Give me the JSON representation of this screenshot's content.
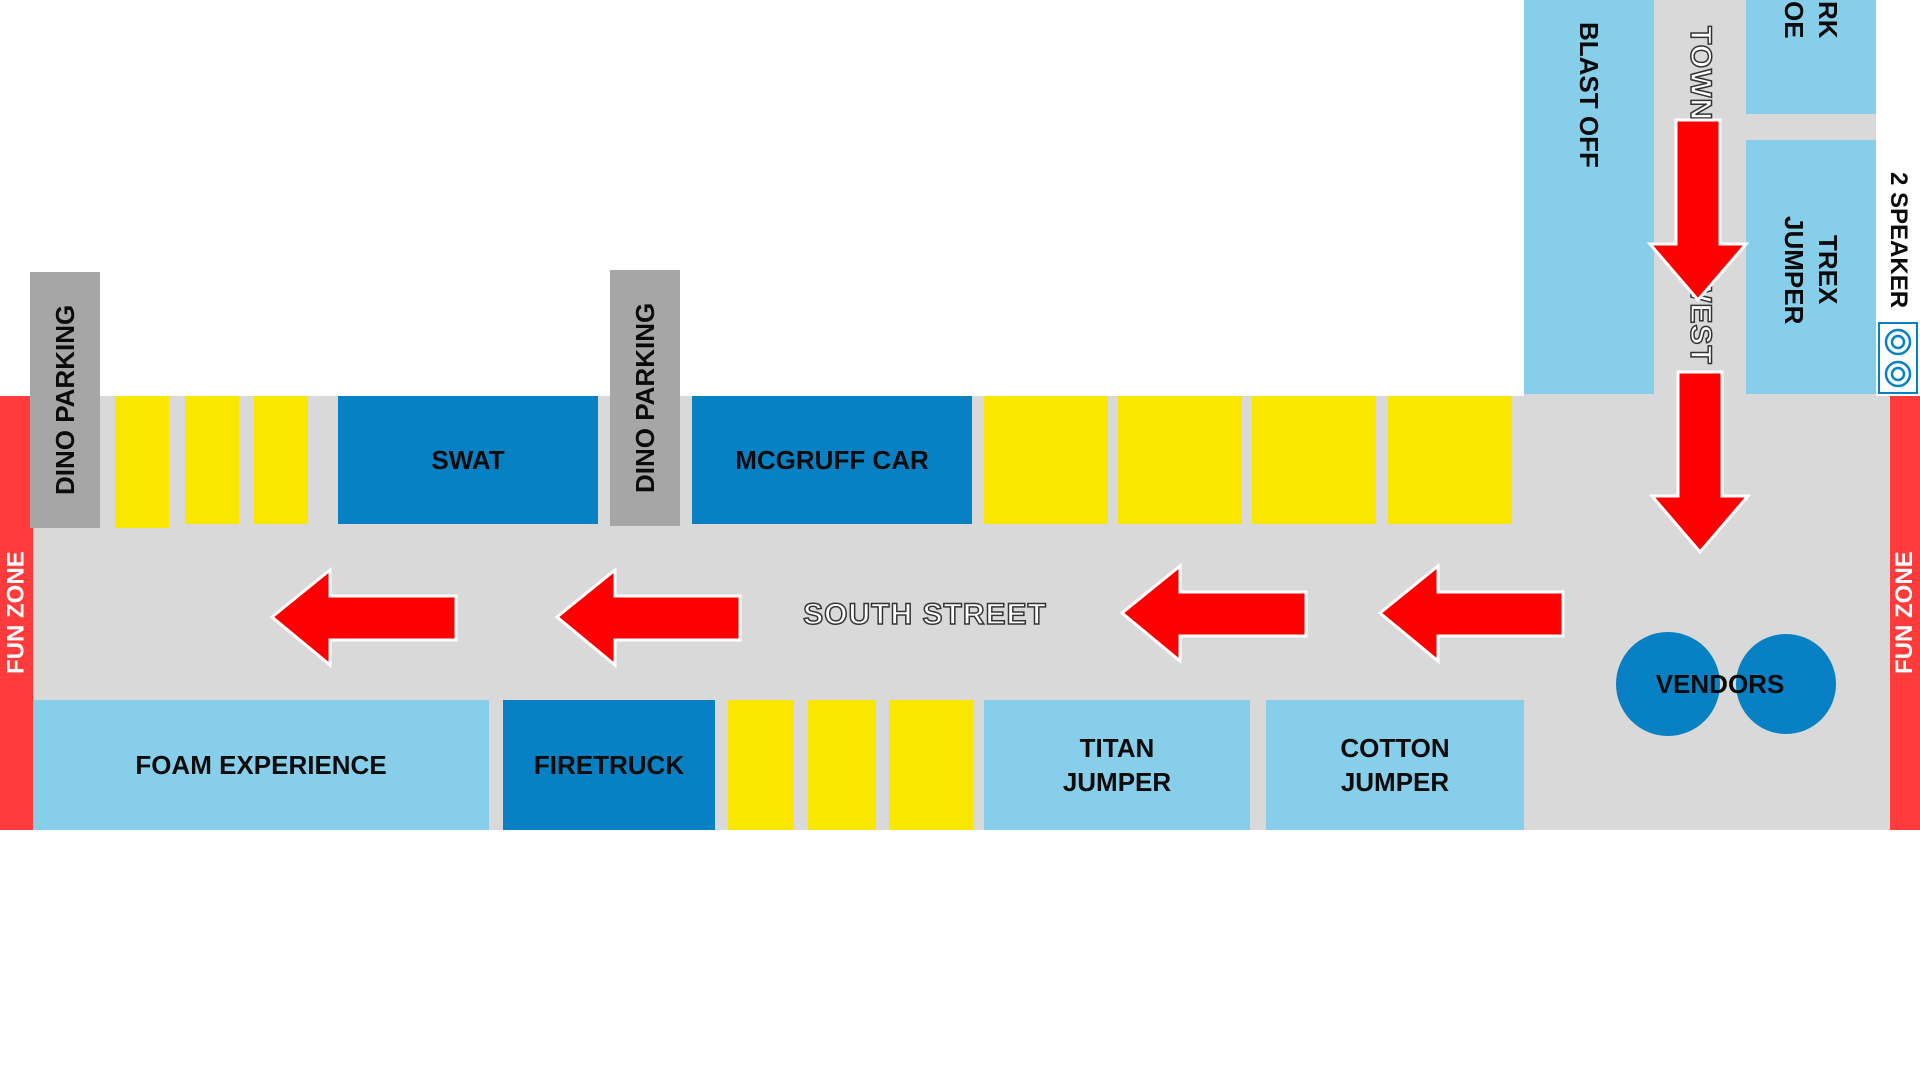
{
  "map": {
    "streets": {
      "south_street": "SOUTH STREET",
      "town_square_west": "TOWN SQUARE WEST"
    },
    "zones": {
      "fun_zone_left": "FUN ZONE",
      "fun_zone_right": "FUN ZONE"
    },
    "parking": {
      "dino_parking_1": "DINO PARKING",
      "dino_parking_2": "DINO PARKING"
    },
    "attractions": {
      "swat": "SWAT",
      "mcgruff_car": "MCGRUFF CAR",
      "foam_experience": "FOAM EXPERIENCE",
      "firetruck": "FIRETRUCK",
      "titan_jumper": "TITAN\nJUMPER",
      "cotton_jumper": "COTTON\nJUMPER",
      "blast_off": "BLAST OFF",
      "trex_jumper": "TREX\nJUMPER",
      "partial_top_right": "RK\nOE",
      "vendors": "VENDORS",
      "speaker": "2 SPEAKER"
    },
    "colors": {
      "street": "#d9d9d9",
      "light_blue": "#87ceeb",
      "dark_blue": "#0780c4",
      "yellow": "#f9e700",
      "gray": "#a6a6a6",
      "fun_zone_red": "#ff3b3b",
      "arrow_red": "#ff0000"
    },
    "icons": {
      "arrow": "red-direction-arrow-icon",
      "speaker": "speaker-icon"
    }
  }
}
